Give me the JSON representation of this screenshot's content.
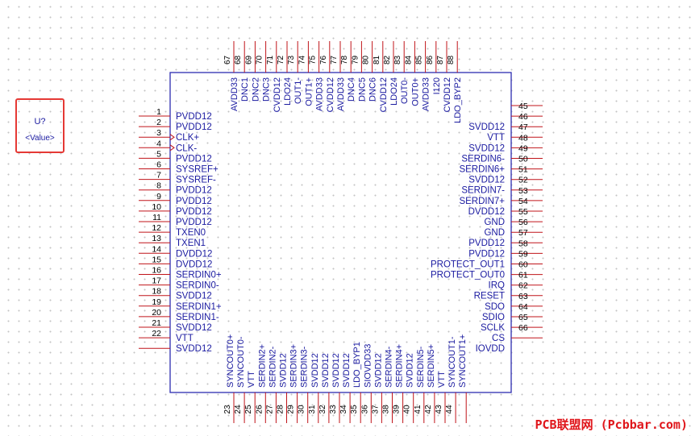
{
  "component": {
    "designator": "U?",
    "value": "<Value>"
  },
  "pins_left": [
    {
      "num": "1",
      "name": "PVDD12"
    },
    {
      "num": "2",
      "name": "PVDD12"
    },
    {
      "num": "3",
      "name": "CLK+",
      "clock": true
    },
    {
      "num": "4",
      "name": "CLK-",
      "clock": true
    },
    {
      "num": "5",
      "name": "PVDD12"
    },
    {
      "num": "6",
      "name": "SYSREF+"
    },
    {
      "num": "7",
      "name": "SYSREF-"
    },
    {
      "num": "8",
      "name": "PVDD12"
    },
    {
      "num": "9",
      "name": "PVDD12"
    },
    {
      "num": "10",
      "name": "PVDD12"
    },
    {
      "num": "11",
      "name": "PVDD12"
    },
    {
      "num": "12",
      "name": "TXEN0"
    },
    {
      "num": "13",
      "name": "TXEN1"
    },
    {
      "num": "14",
      "name": "DVDD12"
    },
    {
      "num": "15",
      "name": "DVDD12"
    },
    {
      "num": "16",
      "name": "SERDIN0+"
    },
    {
      "num": "17",
      "name": "SERDIN0-"
    },
    {
      "num": "18",
      "name": "SVDD12"
    },
    {
      "num": "19",
      "name": "SERDIN1+"
    },
    {
      "num": "20",
      "name": "SERDIN1-"
    },
    {
      "num": "21",
      "name": "SVDD12"
    },
    {
      "num": "22",
      "name": "VTT"
    },
    {
      "num": "",
      "name": "SVDD12"
    }
  ],
  "pins_right": [
    {
      "num": "45",
      "name": ""
    },
    {
      "num": "46",
      "name": "SVDD12"
    },
    {
      "num": "47",
      "name": "VTT"
    },
    {
      "num": "48",
      "name": "SVDD12"
    },
    {
      "num": "49",
      "name": "SERDIN6-"
    },
    {
      "num": "50",
      "name": "SERDIN6+"
    },
    {
      "num": "51",
      "name": "SVDD12"
    },
    {
      "num": "52",
      "name": "SERDIN7-"
    },
    {
      "num": "53",
      "name": "SERDIN7+"
    },
    {
      "num": "54",
      "name": "DVDD12"
    },
    {
      "num": "55",
      "name": "GND"
    },
    {
      "num": "56",
      "name": "GND"
    },
    {
      "num": "57",
      "name": "PVDD12"
    },
    {
      "num": "58",
      "name": "PVDD12"
    },
    {
      "num": "59",
      "name": "PROTECT_OUT1"
    },
    {
      "num": "60",
      "name": "PROTECT_OUT0"
    },
    {
      "num": "61",
      "name": "IRQ"
    },
    {
      "num": "62",
      "name": "RESET"
    },
    {
      "num": "63",
      "name": "SDO"
    },
    {
      "num": "64",
      "name": "SDIO"
    },
    {
      "num": "65",
      "name": "SCLK"
    },
    {
      "num": "66",
      "name": "CS"
    },
    {
      "num": "",
      "name": "IOVDD"
    }
  ],
  "pins_top": [
    {
      "num": "67",
      "name": "AVDD33"
    },
    {
      "num": "68",
      "name": "DNC1"
    },
    {
      "num": "69",
      "name": "DNC2"
    },
    {
      "num": "70",
      "name": "DNC3"
    },
    {
      "num": "71",
      "name": "CVDD12"
    },
    {
      "num": "72",
      "name": "LDO24"
    },
    {
      "num": "73",
      "name": "OUT1-"
    },
    {
      "num": "74",
      "name": "OUT1+"
    },
    {
      "num": "75",
      "name": "AVDD33"
    },
    {
      "num": "76",
      "name": "CVDD12"
    },
    {
      "num": "77",
      "name": "AVDD33"
    },
    {
      "num": "78",
      "name": "DNC4"
    },
    {
      "num": "79",
      "name": "DNC5"
    },
    {
      "num": "80",
      "name": "DNC6"
    },
    {
      "num": "81",
      "name": "CVDD12"
    },
    {
      "num": "82",
      "name": "LDO24"
    },
    {
      "num": "83",
      "name": "OUT0-"
    },
    {
      "num": "84",
      "name": "OUT0+"
    },
    {
      "num": "85",
      "name": "AVDD33"
    },
    {
      "num": "86",
      "name": "I120"
    },
    {
      "num": "87",
      "name": "CVDD12"
    },
    {
      "num": "88",
      "name": "LDO_BYP2"
    }
  ],
  "pins_bottom": [
    {
      "num": "23",
      "name": "SYNCOUT0+"
    },
    {
      "num": "24",
      "name": "SYNCOUT0-"
    },
    {
      "num": "25",
      "name": "VTT"
    },
    {
      "num": "26",
      "name": "SERDIN2+"
    },
    {
      "num": "27",
      "name": "SERDIN2-"
    },
    {
      "num": "28",
      "name": "SVDD12"
    },
    {
      "num": "29",
      "name": "SERDIN3+"
    },
    {
      "num": "30",
      "name": "SERDIN3-"
    },
    {
      "num": "31",
      "name": "SVDD12"
    },
    {
      "num": "32",
      "name": "SVDD12"
    },
    {
      "num": "33",
      "name": "SVDD12"
    },
    {
      "num": "34",
      "name": "SVDD12"
    },
    {
      "num": "35",
      "name": "LDO_BYP1"
    },
    {
      "num": "36",
      "name": "SIOVDD33"
    },
    {
      "num": "37",
      "name": "SVDD12"
    },
    {
      "num": "38",
      "name": "SERDIN4-"
    },
    {
      "num": "39",
      "name": "SERDIN4+"
    },
    {
      "num": "40",
      "name": "SVDD12"
    },
    {
      "num": "41",
      "name": "SERDIN5-"
    },
    {
      "num": "42",
      "name": "SERDIN5+"
    },
    {
      "num": "43",
      "name": "VTT"
    },
    {
      "num": "44",
      "name": "SYNCOUT1-"
    },
    {
      "num": "",
      "name": "SYNCOUT1+"
    }
  ],
  "watermark": "PCB联盟网 (Pcbbar.com)",
  "colors": {
    "body_outline": "#2c2cb0",
    "pin_line": "#c0141a",
    "pin_name": "#1a1aa0",
    "pin_number": "#000000",
    "selection": "#e53935",
    "watermark": "#e0161b"
  }
}
